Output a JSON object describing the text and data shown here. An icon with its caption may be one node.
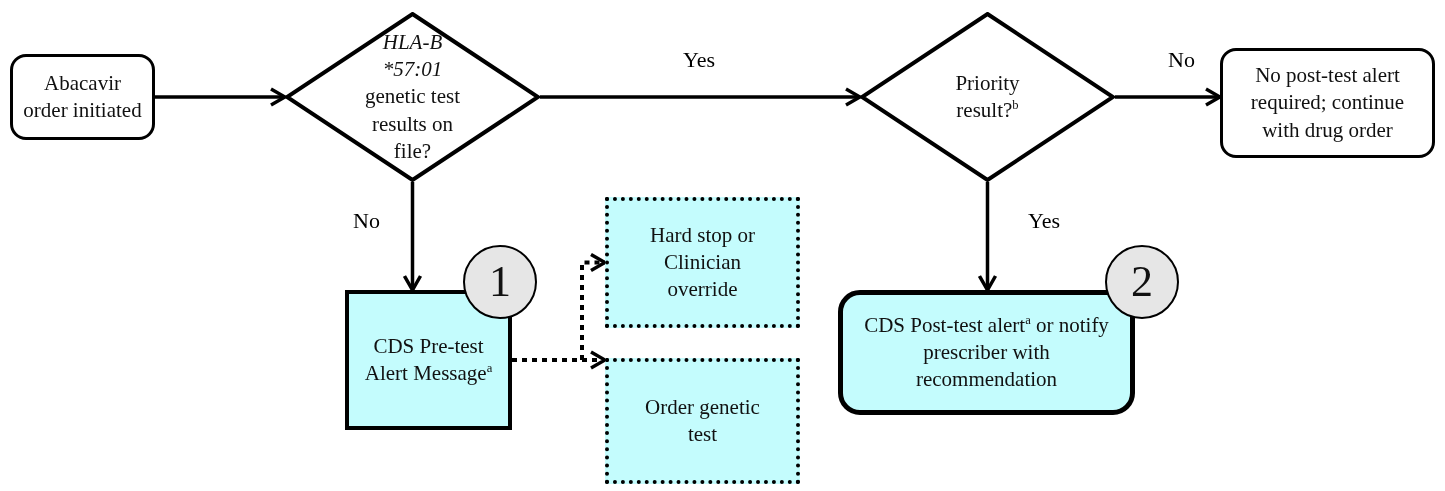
{
  "diagram": {
    "nodes": [
      {
        "text": [
          "Abacavir order initiated"
        ]
      },
      {
        "text": [
          "HLA-B *57:01",
          "genetic test results on file?"
        ]
      },
      {
        "text": [
          "Priority result?$^{b}$"
        ]
      },
      {
        "text": [
          "No post-test alert required; continue with drug order"
        ]
      },
      {
        "text": [
          "CDS Pre-test Alert Message$^{a}$"
        ]
      },
      {
        "text": [
          "1"
        ]
      },
      {
        "text": [
          "Hard stop or Clinician override"
        ]
      },
      {
        "text": [
          "Order genetic test"
        ]
      },
      {
        "text": [
          "CDS Post-test alert$^{a}$ or notify prescriber with recommendation"
        ]
      },
      {
        "text": [
          "2"
        ]
      }
    ],
    "edges": [
      {
        "from": 0,
        "to": 1,
        "arrow": "to"
      },
      {
        "from": 1,
        "to": 2,
        "arrow": "to",
        "label": "Yes"
      },
      {
        "from": 2,
        "to": 3,
        "arrow": "to",
        "label": "No"
      },
      {
        "from": 1,
        "to": 4,
        "arrow": "to",
        "label": "No"
      },
      {
        "from": 2,
        "to": 8,
        "arrow": "to",
        "label": "Yes"
      },
      {
        "from": 4,
        "to": 6,
        "arrow": "to",
        "style": "dashed"
      },
      {
        "from": 4,
        "to": 7,
        "arrow": "to",
        "style": "dashed"
      }
    ]
  }
}
